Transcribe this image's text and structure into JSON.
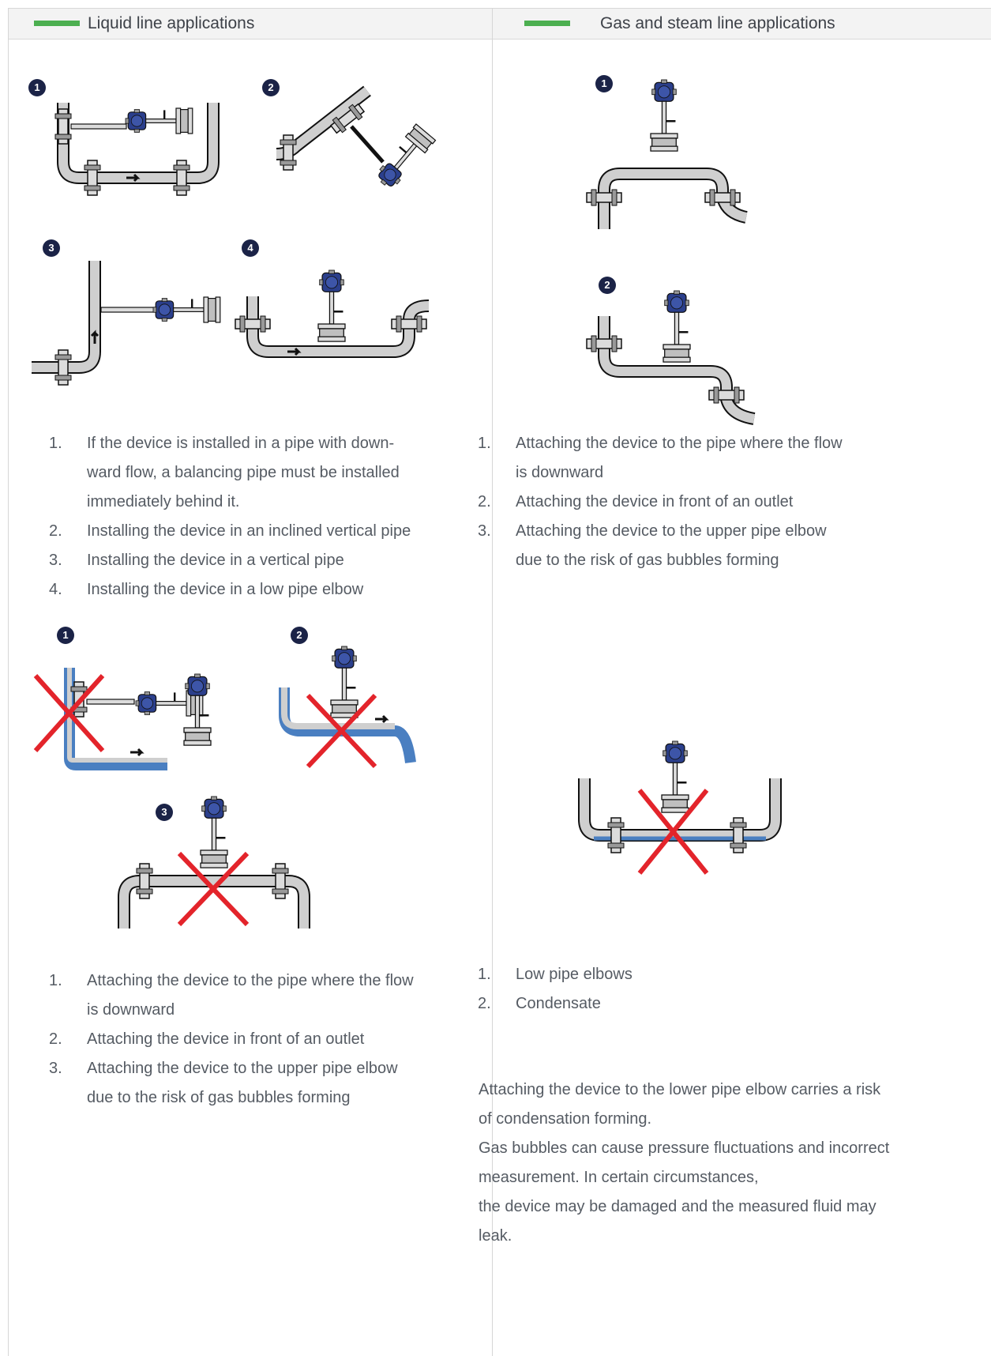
{
  "left_header": {
    "title": "Liquid line applications"
  },
  "right_header": {
    "title": "Gas and steam line applications"
  },
  "badges": {
    "b1": "1",
    "b2": "2",
    "b3": "3",
    "b4": "4"
  },
  "liquid_correct_list": [
    {
      "num": "1.",
      "text": "If the device is installed in a pipe with down-"
    },
    {
      "num": "",
      "text": "ward flow, a balancing pipe must be installed"
    },
    {
      "num": "",
      "text": "immediately behind it."
    },
    {
      "num": "2.",
      "text": "Installing the device in an inclined vertical pipe"
    },
    {
      "num": "3.",
      "text": "Installing the device in a vertical pipe"
    },
    {
      "num": "4.",
      "text": "Installing the device in a low pipe elbow"
    }
  ],
  "liquid_wrong_list": [
    {
      "num": "1.",
      "text": "Attaching the device to the pipe where the flow"
    },
    {
      "num": "",
      "text": "is downward"
    },
    {
      "num": "2.",
      "text": " Attaching the device in front of an outlet"
    },
    {
      "num": "3.",
      "text": " Attaching the device to the upper pipe elbow"
    },
    {
      "num": "",
      "text": "due to the risk of gas bubbles forming"
    }
  ],
  "gas_correct_list": [
    {
      "num": "1.",
      "text": "Attaching the device to the pipe where the flow"
    },
    {
      "num": "",
      "text": "is downward"
    },
    {
      "num": "2.",
      "text": "Attaching the device in front of an outlet"
    },
    {
      "num": "3.",
      "text": "Attaching the device to the upper pipe elbow"
    },
    {
      "num": "",
      "text": "due to the risk of gas bubbles forming"
    }
  ],
  "gas_wrong_list": [
    {
      "num": "1.",
      "text": "Low pipe elbows"
    },
    {
      "num": "2.",
      "text": "Condensate"
    }
  ],
  "gas_note": [
    "Attaching the device to the lower pipe elbow carries a risk",
    "of condensation forming.",
    "Gas bubbles can cause pressure fluctuations and incorrect",
    "measurement. In certain circumstances,",
    "the device may be damaged and the measured fluid may",
    "leak."
  ],
  "colors": {
    "accent": "#4caf50",
    "badge": "#1b2347",
    "pipe": "#c9c9c9",
    "device": "#2b3f8c",
    "cross": "#e3242b",
    "fluid": "#4a7fc1"
  }
}
